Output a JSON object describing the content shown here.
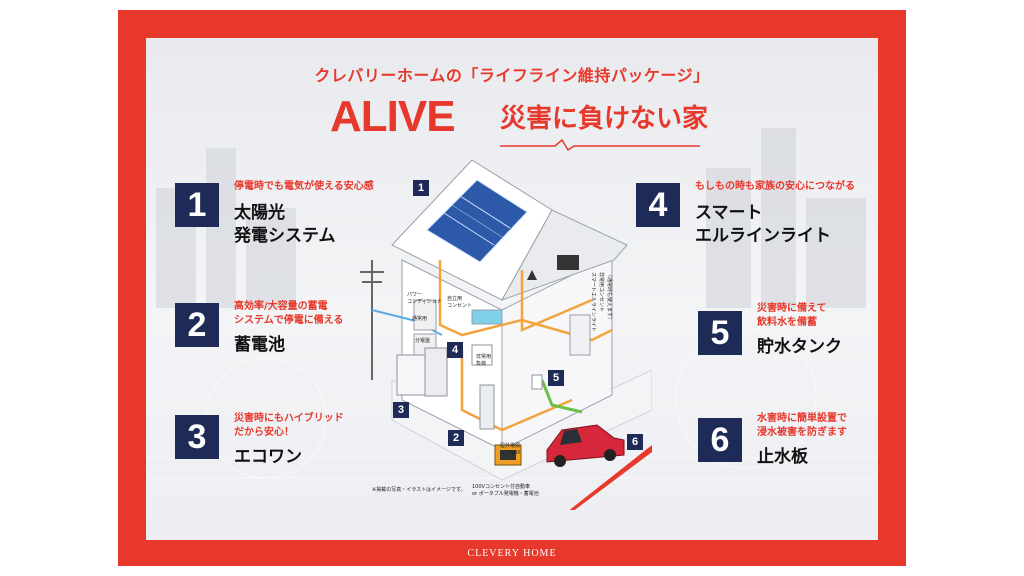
{
  "header": {
    "subtitle": "クレバリーホームの「ライフライン維持パッケージ」",
    "brand": "ALIVE",
    "tagline": "災害に負けない家"
  },
  "features": [
    {
      "number": "1",
      "caption": "停電時でも電気が使える安心感",
      "title_lines": [
        "太陽光",
        "発電システム"
      ]
    },
    {
      "number": "2",
      "caption_lines": [
        "高効率/大容量の蓄電",
        "システムで停電に備える"
      ],
      "title_lines": [
        "蓄電池"
      ]
    },
    {
      "number": "3",
      "caption_lines": [
        "災害時にもハイブリッド",
        "だから安心！"
      ],
      "title_lines": [
        "エコワン"
      ]
    },
    {
      "number": "4",
      "caption": "もしもの時も家族の安心につながる",
      "title_lines": [
        "スマート",
        "エルラインライト"
      ]
    },
    {
      "number": "5",
      "caption_lines": [
        "災害時に備えて",
        "飲料水を備蓄"
      ],
      "title_lines": [
        "貯水タンク"
      ]
    },
    {
      "number": "6",
      "caption_lines": [
        "水害時に簡単設置で",
        "浸水被害を防ぎます"
      ],
      "title_lines": [
        "止水板"
      ]
    }
  ],
  "diagram": {
    "tags": [
      "1",
      "2",
      "3",
      "4",
      "5",
      "6"
    ],
    "labels": {
      "power_conditioner": [
        "パワー",
        "コンディショナ"
      ],
      "outlet": [
        "自立用",
        "コンセント"
      ],
      "normal": "通常用",
      "breaker": "分電盤",
      "emergency": [
        "非常用",
        "負荷"
      ],
      "input_box": [
        "屋外電源",
        "入力BOX"
      ],
      "smart_light": [
        "スマートエルラインライト",
        "非常用コンセント",
        "（通常時も使えます）"
      ],
      "generator": [
        "100Vコンセント付自動車",
        "or ポータブル発電機・蓄電池"
      ]
    },
    "note": "※掲載の写真・イラストはイメージです。"
  },
  "footer": {
    "company": "CLEVERY HOME"
  },
  "colors": {
    "accent": "#e8382b",
    "navy": "#1f2b57"
  }
}
